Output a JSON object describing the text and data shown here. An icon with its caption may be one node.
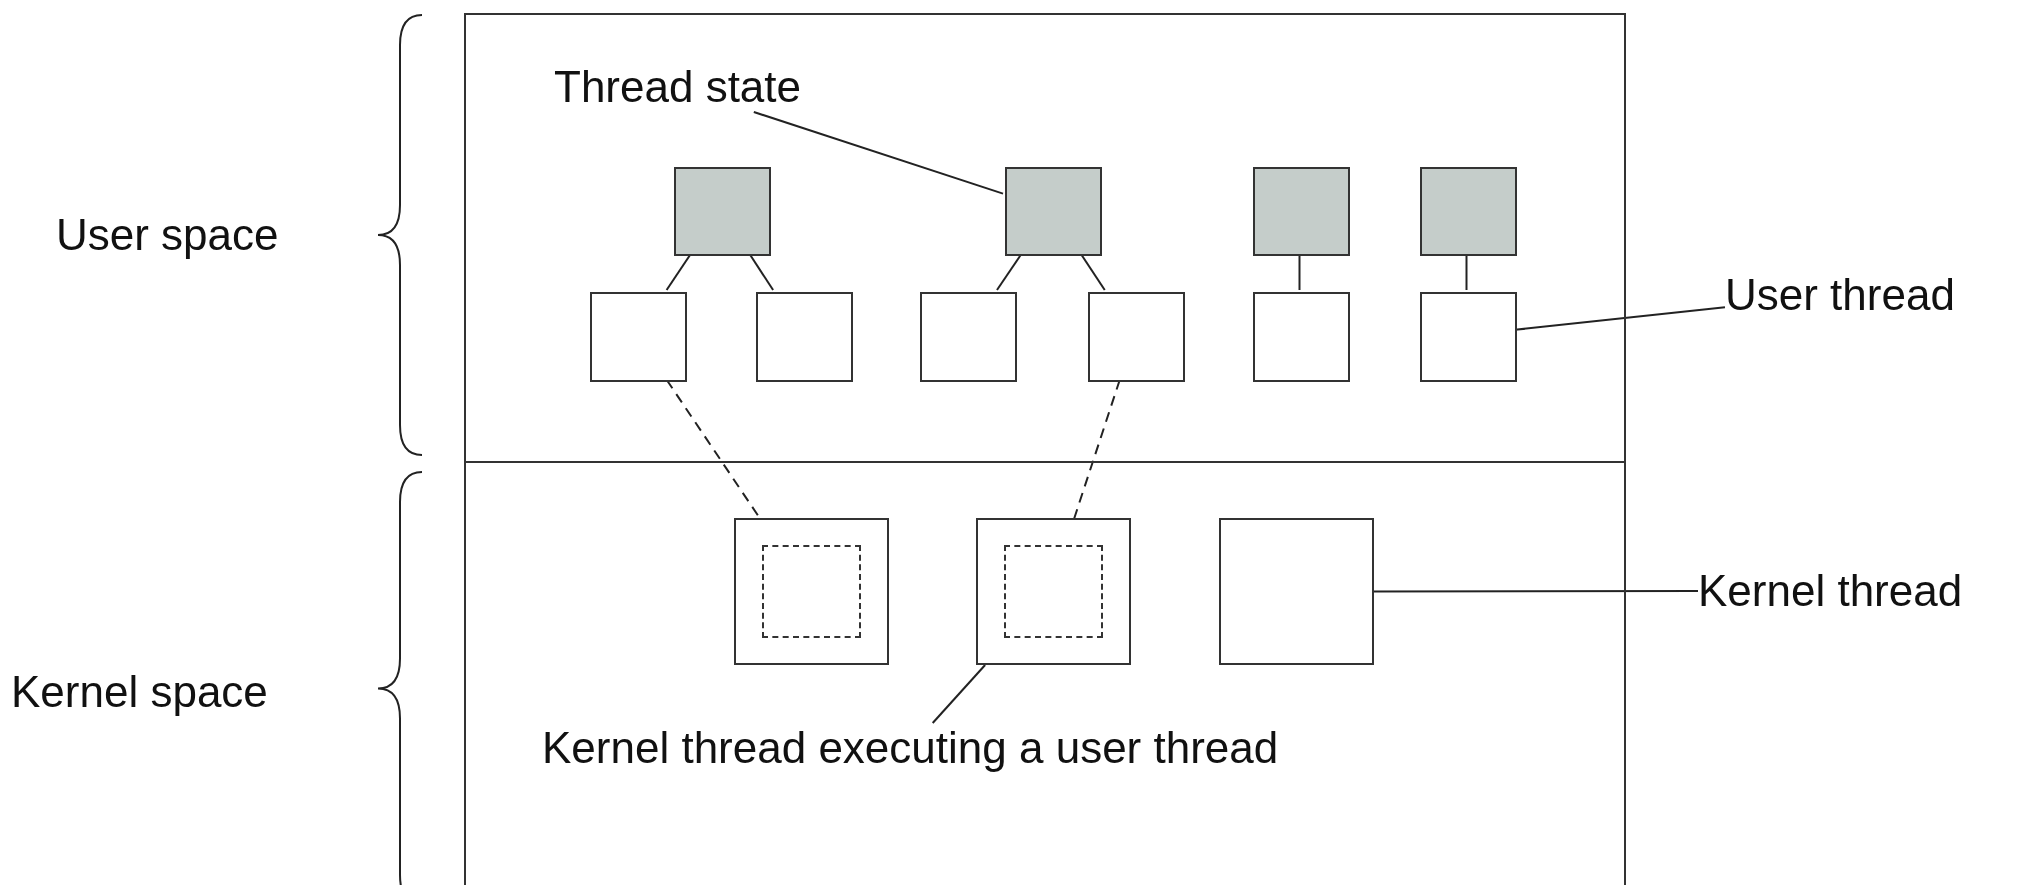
{
  "diagram": {
    "nodes": [
      {
        "text": [
          "User space"
        ]
      },
      {
        "text": [
          "Kernel space"
        ]
      },
      {
        "text": [
          "Thread state"
        ],
        "in": 0
      },
      {
        "text": [],
        "shape": "box",
        "in": 0
      },
      {
        "text": [],
        "shape": "box",
        "in": 0
      },
      {
        "text": [],
        "shape": "box",
        "in": 0
      },
      {
        "text": [],
        "shape": "box",
        "in": 0
      },
      {
        "text": [],
        "shape": "box",
        "in": 0
      },
      {
        "text": [],
        "shape": "box",
        "in": 0
      },
      {
        "text": [],
        "shape": "box",
        "in": 0
      },
      {
        "text": [],
        "shape": "box",
        "in": 0
      },
      {
        "text": [],
        "shape": "box",
        "in": 0
      },
      {
        "text": [],
        "shape": "box",
        "in": 0
      },
      {
        "text": [
          "User thread"
        ]
      },
      {
        "text": [],
        "shape": "box",
        "in": 1
      },
      {
        "text": [],
        "shape": "box",
        "in": 1
      },
      {
        "text": [],
        "shape": "box",
        "in": 1
      },
      {
        "text": [],
        "shape": "box",
        "in": 14
      },
      {
        "text": [],
        "shape": "box",
        "in": 15
      },
      {
        "text": [
          "Kernel thread"
        ]
      },
      {
        "text": [
          "Kernel thread executing a user thread"
        ],
        "in": 1
      }
    ],
    "edges": [
      {
        "from": 2,
        "to": 4,
        "arrow": "none"
      },
      {
        "from": 3,
        "to": 7,
        "arrow": "none"
      },
      {
        "from": 3,
        "to": 8,
        "arrow": "none"
      },
      {
        "from": 4,
        "to": 9,
        "arrow": "none"
      },
      {
        "from": 4,
        "to": 10,
        "arrow": "none"
      },
      {
        "from": 5,
        "to": 11,
        "arrow": "none"
      },
      {
        "from": 6,
        "to": 12,
        "arrow": "none"
      },
      {
        "from": 13,
        "to": 12,
        "arrow": "none"
      },
      {
        "from": 7,
        "to": 17,
        "arrow": "none",
        "style": "dashed"
      },
      {
        "from": 10,
        "to": 18,
        "arrow": "none",
        "style": "dashed"
      },
      {
        "from": 19,
        "to": 16,
        "arrow": "none"
      },
      {
        "from": 20,
        "to": 15,
        "arrow": "none"
      }
    ]
  }
}
